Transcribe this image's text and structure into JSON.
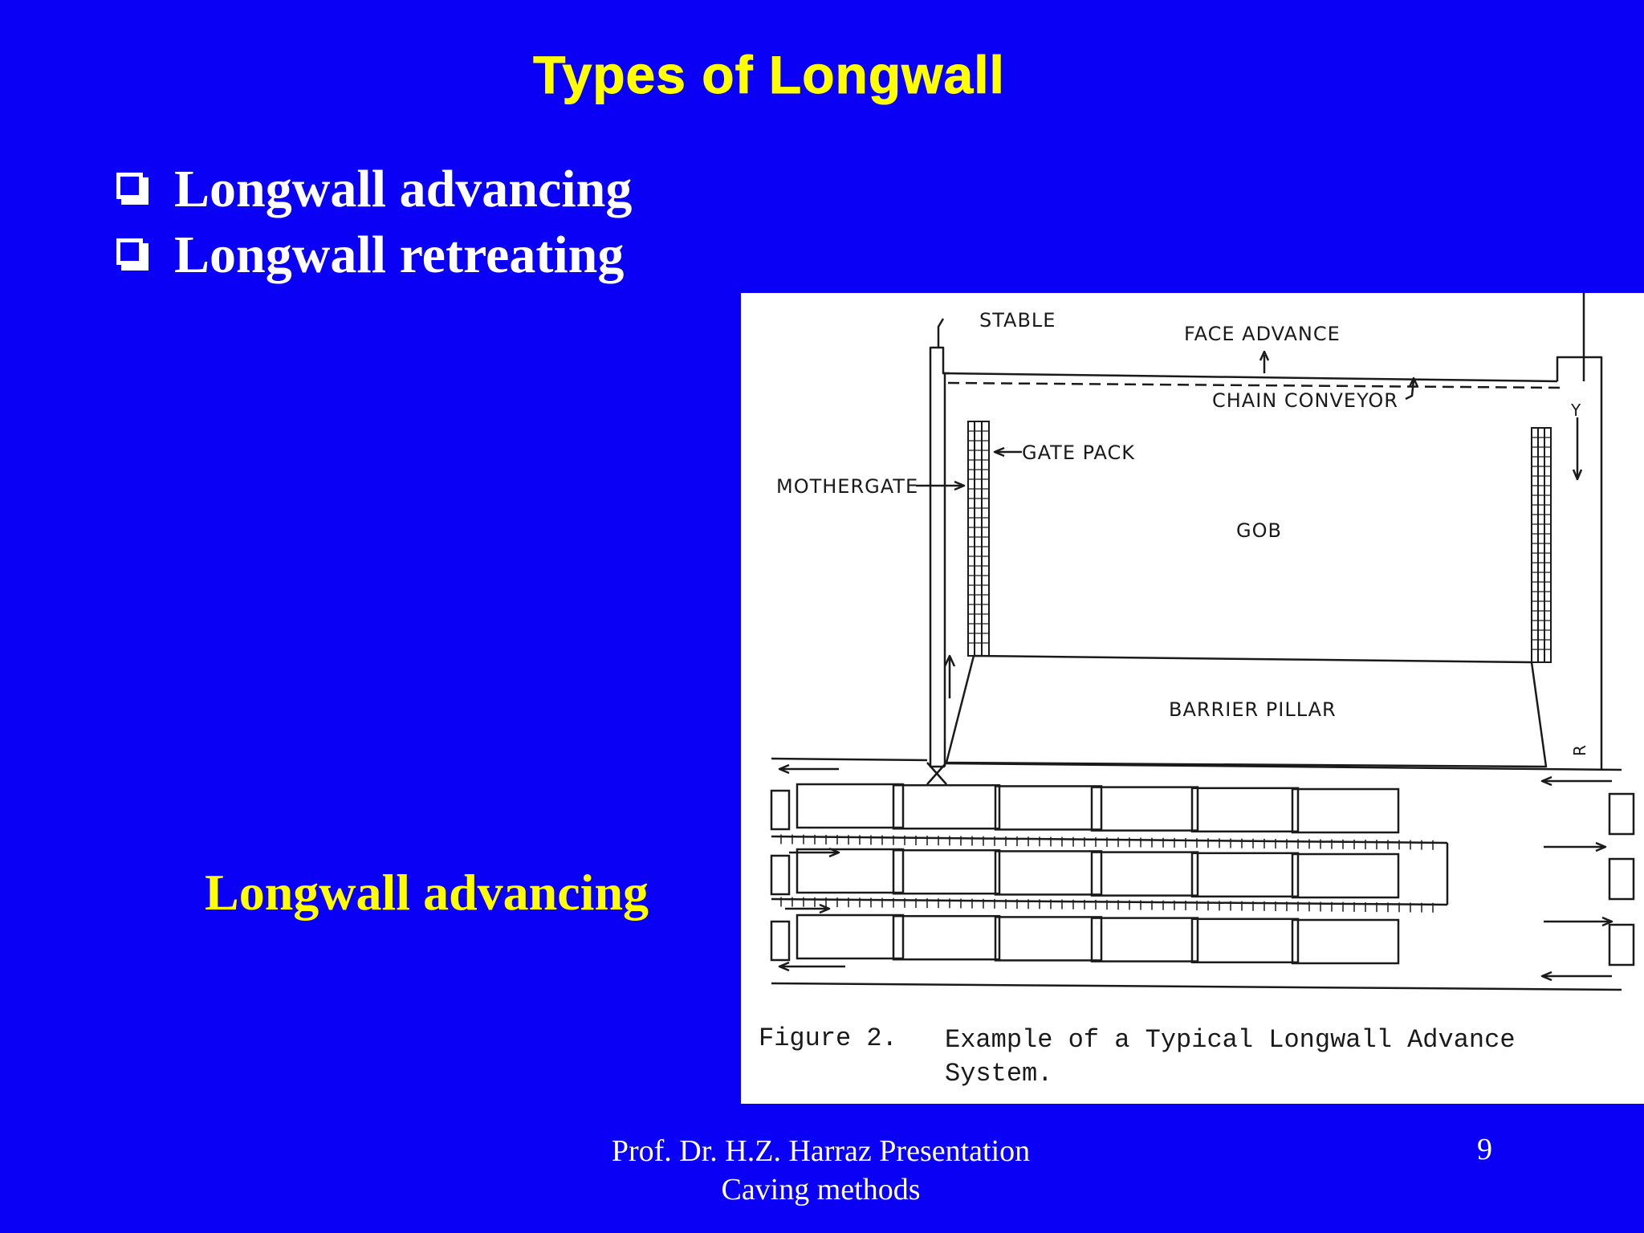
{
  "slide": {
    "title": "Types of Longwall",
    "bullets": [
      "Longwall advancing",
      "Longwall retreating"
    ],
    "subtitle": "Longwall advancing"
  },
  "figure": {
    "labels": {
      "stable": "STABLE",
      "face_advance": "FACE ADVANCE",
      "chain_conveyor": "CHAIN CONVEYOR",
      "gate_pack": "GATE PACK",
      "mothergate": "MOTHERGATE",
      "gob": "GOB",
      "barrier_pillar": "BARRIER PILLAR",
      "y_mark": "Y",
      "r_mark": "R"
    },
    "caption_number": "Figure 2.",
    "caption_text": "Example of a Typical Longwall Advance System."
  },
  "footer": {
    "line1": "Prof. Dr. H.Z. Harraz Presentation",
    "line2": "Caving methods",
    "page": "9"
  }
}
